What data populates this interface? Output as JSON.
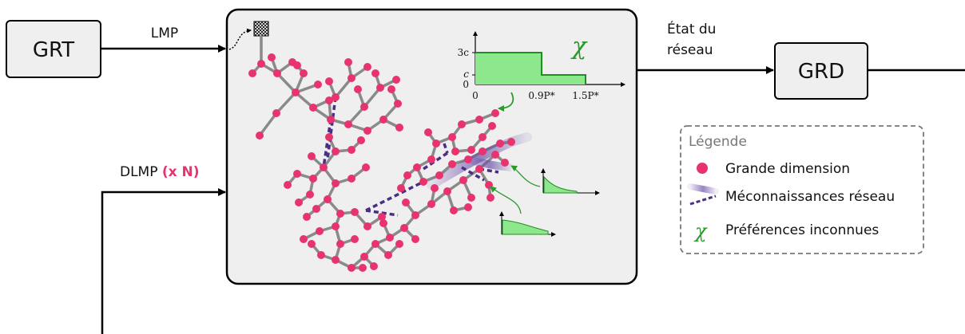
{
  "boxes": {
    "grt": "GRT",
    "grd": "GRD"
  },
  "arrows": {
    "lmp": "LMP",
    "dlmp": "DLMP",
    "dlmp_suffix": "(x N)",
    "etat_line1": "État du",
    "etat_line2": "réseau"
  },
  "cost_chart": {
    "y_ticks": [
      "3c",
      "c",
      "0"
    ],
    "x_ticks": [
      "0",
      "0.9P*",
      "1.5P*"
    ],
    "symbol": "χ"
  },
  "legend": {
    "title": "Légende",
    "items": [
      {
        "label": "Grande dimension"
      },
      {
        "label": "Méconnaissances réseau"
      },
      {
        "label": "Préférences inconnues",
        "symbol": "χ"
      }
    ]
  },
  "colors": {
    "node": "#e8336e",
    "edge": "#8a8a8a",
    "dashed": "#4b2e83",
    "green": "#2a9a2a",
    "green_fill": "#8de88d",
    "panel": "#efefef"
  }
}
